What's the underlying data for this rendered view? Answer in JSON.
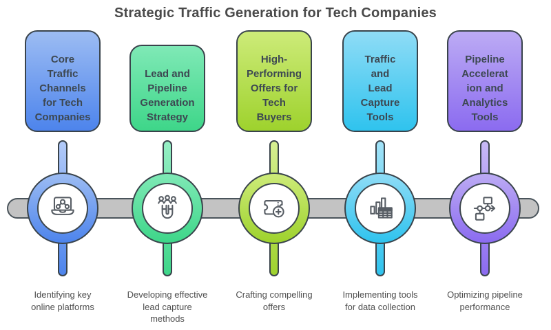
{
  "title": "Strategic Traffic Generation for Tech Companies",
  "steps": [
    {
      "box_title": "Core\nTraffic\nChannels\nfor Tech\nCompanies",
      "caption": "Identifying key\nonline platforms",
      "icon": "laptop-network-icon",
      "colors": {
        "light": "#9cbcf3",
        "dark": "#4d84ec",
        "stub_light": "#b3cbf8"
      }
    },
    {
      "box_title": "Lead and\nPipeline\nGeneration\nStrategy",
      "caption": "Developing effective\nlead capture\nmethods",
      "icon": "magnet-leads-icon",
      "colors": {
        "light": "#7fe9b6",
        "dark": "#3ed689",
        "stub_light": "#96efc5"
      }
    },
    {
      "box_title": "High-\nPerforming\nOffers for\nTech\nBuyers",
      "caption": "Crafting compelling\noffers",
      "icon": "ticket-offer-icon",
      "colors": {
        "light": "#cdeb79",
        "dark": "#9ed22d",
        "stub_light": "#d6ef92"
      }
    },
    {
      "box_title": "Traffic\nand\nLead\nCapture\nTools",
      "caption": "Implementing tools\nfor data collection",
      "icon": "chart-table-icon",
      "colors": {
        "light": "#8fdcf6",
        "dark": "#2fc3ee",
        "stub_light": "#a3e3f8"
      }
    },
    {
      "box_title": "Pipeline\nAccelerat\nion and\nAnalytics\nTools",
      "caption": "Optimizing pipeline\nperformance",
      "icon": "flowchart-icon",
      "colors": {
        "light": "#bcabf4",
        "dark": "#8b6bf0",
        "stub_light": "#c8baf6"
      }
    }
  ],
  "timeline": {
    "bar_color": "#c3c3c3",
    "outline_color": "#4a545b"
  }
}
